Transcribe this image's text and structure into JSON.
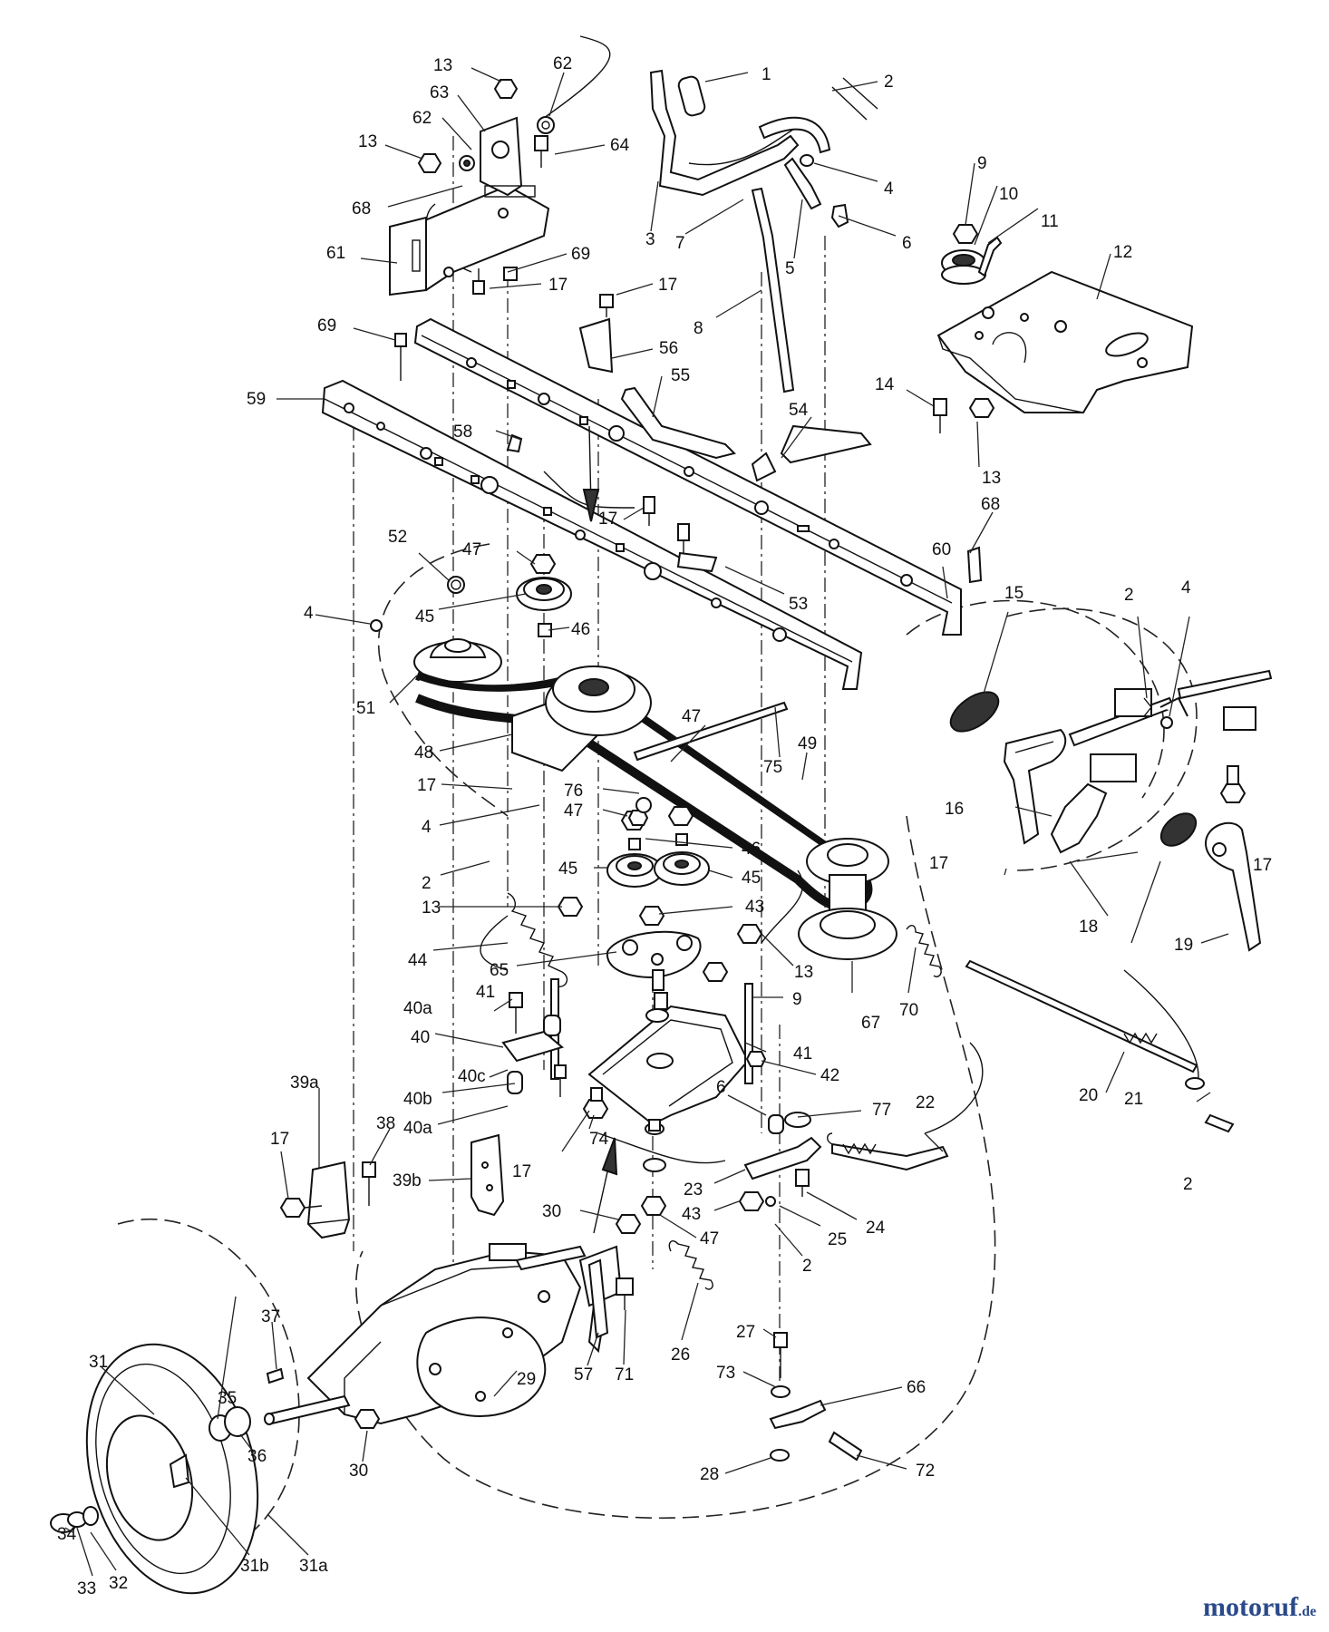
{
  "watermark": {
    "name": "motoruf",
    "suffix": ".de"
  },
  "labels": [
    {
      "id": "1",
      "text": "1"
    },
    {
      "id": "2a",
      "text": "2"
    },
    {
      "id": "3",
      "text": "3"
    },
    {
      "id": "4a",
      "text": "4"
    },
    {
      "id": "5",
      "text": "5"
    },
    {
      "id": "6a",
      "text": "6"
    },
    {
      "id": "7",
      "text": "7"
    },
    {
      "id": "8",
      "text": "8"
    },
    {
      "id": "9a",
      "text": "9"
    },
    {
      "id": "10",
      "text": "10"
    },
    {
      "id": "11",
      "text": "11"
    },
    {
      "id": "12",
      "text": "12"
    },
    {
      "id": "13a",
      "text": "13"
    },
    {
      "id": "62a",
      "text": "62"
    },
    {
      "id": "63",
      "text": "63"
    },
    {
      "id": "13b",
      "text": "13"
    },
    {
      "id": "62b",
      "text": "62"
    },
    {
      "id": "64",
      "text": "64"
    },
    {
      "id": "68a",
      "text": "68"
    },
    {
      "id": "61",
      "text": "61"
    },
    {
      "id": "69a",
      "text": "69"
    },
    {
      "id": "17a",
      "text": "17"
    },
    {
      "id": "17b",
      "text": "17"
    },
    {
      "id": "69b",
      "text": "69"
    },
    {
      "id": "56",
      "text": "56"
    },
    {
      "id": "55",
      "text": "55"
    },
    {
      "id": "59",
      "text": "59"
    },
    {
      "id": "14",
      "text": "14"
    },
    {
      "id": "13c",
      "text": "13"
    },
    {
      "id": "58",
      "text": "58"
    },
    {
      "id": "54",
      "text": "54"
    },
    {
      "id": "68b",
      "text": "68"
    },
    {
      "id": "17c",
      "text": "17"
    },
    {
      "id": "60",
      "text": "60"
    },
    {
      "id": "52",
      "text": "52"
    },
    {
      "id": "47a",
      "text": "47"
    },
    {
      "id": "53",
      "text": "53"
    },
    {
      "id": "15",
      "text": "15"
    },
    {
      "id": "2b",
      "text": "2"
    },
    {
      "id": "4b",
      "text": "4"
    },
    {
      "id": "4c",
      "text": "4"
    },
    {
      "id": "45a",
      "text": "45"
    },
    {
      "id": "46a",
      "text": "46"
    },
    {
      "id": "51",
      "text": "51"
    },
    {
      "id": "47b",
      "text": "47"
    },
    {
      "id": "48",
      "text": "48"
    },
    {
      "id": "75",
      "text": "75"
    },
    {
      "id": "49",
      "text": "49"
    },
    {
      "id": "17d",
      "text": "17"
    },
    {
      "id": "76",
      "text": "76"
    },
    {
      "id": "47c",
      "text": "47"
    },
    {
      "id": "4d",
      "text": "4"
    },
    {
      "id": "16",
      "text": "16"
    },
    {
      "id": "46b",
      "text": "46"
    },
    {
      "id": "45b",
      "text": "45"
    },
    {
      "id": "45c",
      "text": "45"
    },
    {
      "id": "2c",
      "text": "2"
    },
    {
      "id": "17e",
      "text": "17"
    },
    {
      "id": "17f",
      "text": "17"
    },
    {
      "id": "13d",
      "text": "13"
    },
    {
      "id": "43a",
      "text": "43"
    },
    {
      "id": "18",
      "text": "18"
    },
    {
      "id": "19",
      "text": "19"
    },
    {
      "id": "44",
      "text": "44"
    },
    {
      "id": "65",
      "text": "65"
    },
    {
      "id": "13e",
      "text": "13"
    },
    {
      "id": "9b",
      "text": "9"
    },
    {
      "id": "41a",
      "text": "41"
    },
    {
      "id": "67",
      "text": "67"
    },
    {
      "id": "70",
      "text": "70"
    },
    {
      "id": "40a1",
      "text": "40a"
    },
    {
      "id": "40",
      "text": "40"
    },
    {
      "id": "41b",
      "text": "41"
    },
    {
      "id": "40c",
      "text": "40c"
    },
    {
      "id": "42",
      "text": "42"
    },
    {
      "id": "20",
      "text": "20"
    },
    {
      "id": "40b",
      "text": "40b"
    },
    {
      "id": "6b",
      "text": "6"
    },
    {
      "id": "21",
      "text": "21"
    },
    {
      "id": "77",
      "text": "77"
    },
    {
      "id": "22",
      "text": "22"
    },
    {
      "id": "40a2",
      "text": "40a"
    },
    {
      "id": "39a",
      "text": "39a"
    },
    {
      "id": "38",
      "text": "38"
    },
    {
      "id": "74",
      "text": "74"
    },
    {
      "id": "17g",
      "text": "17"
    },
    {
      "id": "17h",
      "text": "17"
    },
    {
      "id": "39b",
      "text": "39b"
    },
    {
      "id": "23",
      "text": "23"
    },
    {
      "id": "2d",
      "text": "2"
    },
    {
      "id": "43b",
      "text": "43"
    },
    {
      "id": "24",
      "text": "24"
    },
    {
      "id": "30a",
      "text": "30"
    },
    {
      "id": "47d",
      "text": "47"
    },
    {
      "id": "25",
      "text": "25"
    },
    {
      "id": "2e",
      "text": "2"
    },
    {
      "id": "37",
      "text": "37"
    },
    {
      "id": "26",
      "text": "26"
    },
    {
      "id": "27",
      "text": "27"
    },
    {
      "id": "31",
      "text": "31"
    },
    {
      "id": "57",
      "text": "57"
    },
    {
      "id": "71",
      "text": "71"
    },
    {
      "id": "73",
      "text": "73"
    },
    {
      "id": "35",
      "text": "35"
    },
    {
      "id": "66",
      "text": "66"
    },
    {
      "id": "29",
      "text": "29"
    },
    {
      "id": "36",
      "text": "36"
    },
    {
      "id": "30b",
      "text": "30"
    },
    {
      "id": "28",
      "text": "28"
    },
    {
      "id": "72",
      "text": "72"
    },
    {
      "id": "34",
      "text": "34"
    },
    {
      "id": "32",
      "text": "32"
    },
    {
      "id": "33",
      "text": "33"
    },
    {
      "id": "31b",
      "text": "31b"
    },
    {
      "id": "31a",
      "text": "31a"
    }
  ]
}
